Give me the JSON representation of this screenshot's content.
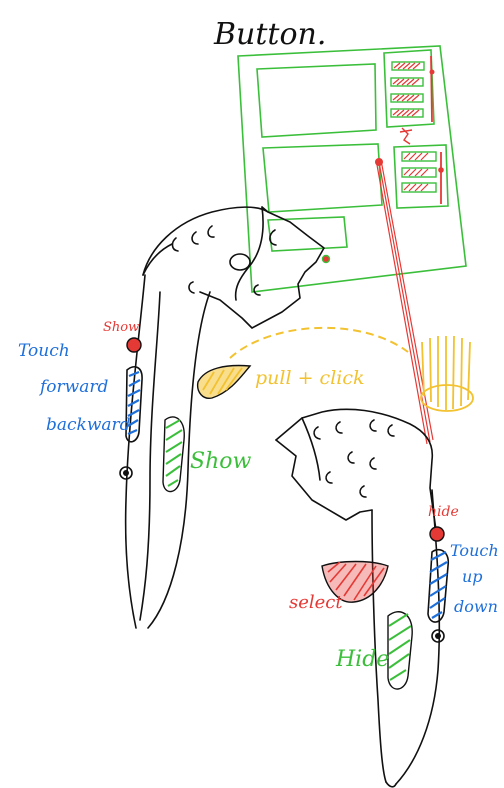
{
  "header": {
    "title": "Button."
  },
  "labels": {
    "show_top": "Show",
    "touch_forward_backward": [
      "Touch",
      "forward",
      "backward"
    ],
    "pull_click": "pull + click",
    "show_grip": "Show",
    "hide_top": "hide",
    "touch_up_down": [
      "Touch",
      "up",
      "down"
    ],
    "select": "select",
    "hide_grip": "Hide"
  },
  "colors": {
    "ink": "#111111",
    "green": "#3bbf3b",
    "red": "#e53935",
    "blue": "#1e6fd9",
    "yellow": "#f2c230"
  }
}
